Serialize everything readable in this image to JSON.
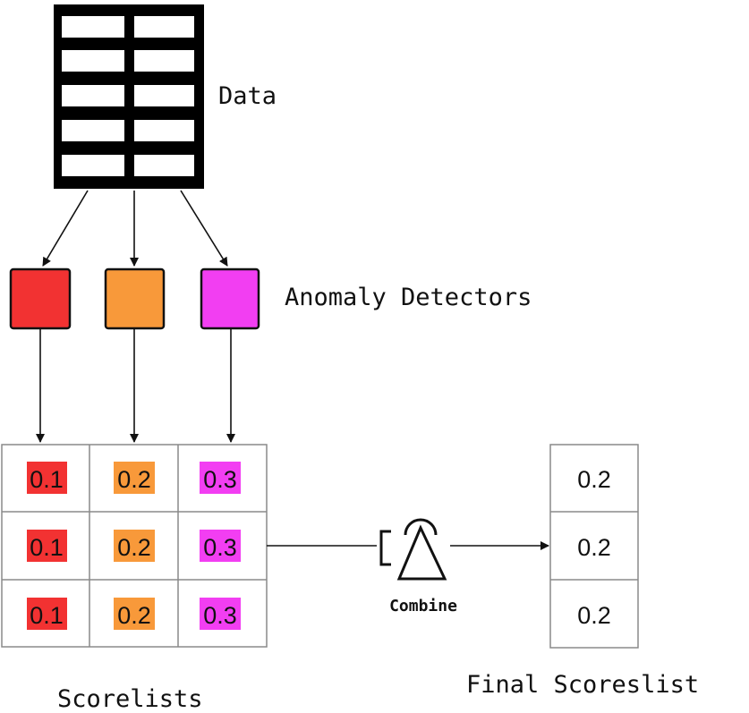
{
  "labels": {
    "data": "Data",
    "detectors": "Anomaly Detectors",
    "scorelists": "Scorelists",
    "combine": "Combine",
    "final": "Final Scoreslist"
  },
  "colors": {
    "detector_1": "#f23232",
    "detector_2": "#f8993a",
    "detector_3": "#f23ef2"
  },
  "scorelists": {
    "rows": [
      [
        "0.1",
        "0.2",
        "0.3"
      ],
      [
        "0.1",
        "0.2",
        "0.3"
      ],
      [
        "0.1",
        "0.2",
        "0.3"
      ]
    ]
  },
  "final_scores": [
    "0.2",
    "0.2",
    "0.2"
  ],
  "icons": {
    "data": "table-icon",
    "combine": "combine-icon"
  }
}
